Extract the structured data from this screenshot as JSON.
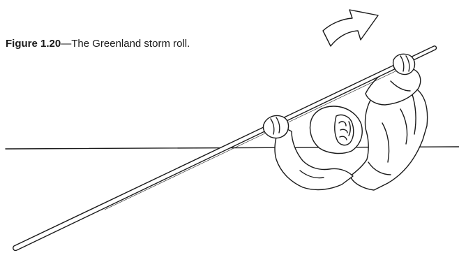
{
  "caption": {
    "label": "Figure 1.20",
    "separator": "—",
    "text": "The Greenland storm roll."
  },
  "illustration": {
    "subject": "person in kayak rolling with a Greenland paddle",
    "icons": [
      "rotation-arrow-icon"
    ]
  },
  "colors": {
    "ink": "#1a1a1a",
    "background": "#ffffff"
  }
}
